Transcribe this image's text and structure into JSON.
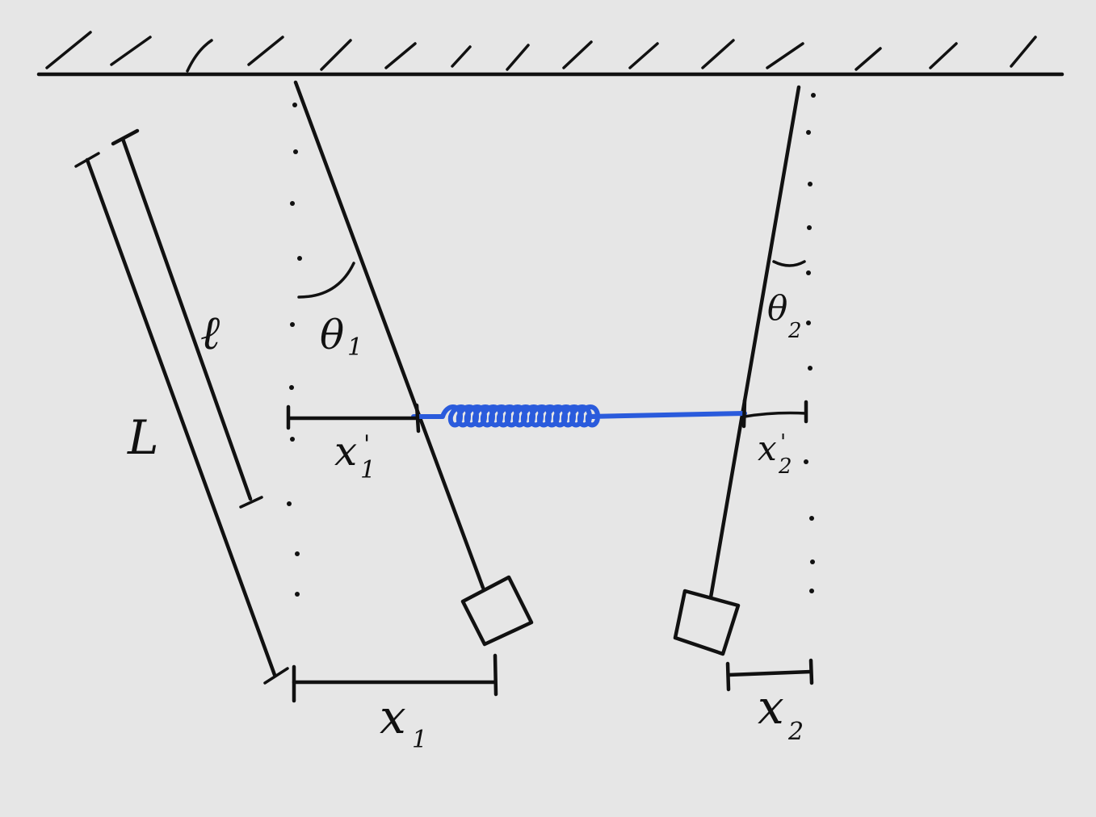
{
  "labels": {
    "L": "L",
    "l": "ℓ",
    "theta1": "θ",
    "theta1_sub": "1",
    "theta2": "θ",
    "theta2_sub": "2",
    "x1p": "x",
    "x1p_sub": "1",
    "x1p_prime": "'",
    "x2p": "x",
    "x2p_sub": "2",
    "x2p_prime": "'",
    "x1": "x",
    "x1_sub": "1",
    "x2": "x",
    "x2_sub": "2"
  },
  "colors": {
    "ink": "#111111",
    "spring": "#2a5bdc",
    "background": "#e6e6e6"
  }
}
